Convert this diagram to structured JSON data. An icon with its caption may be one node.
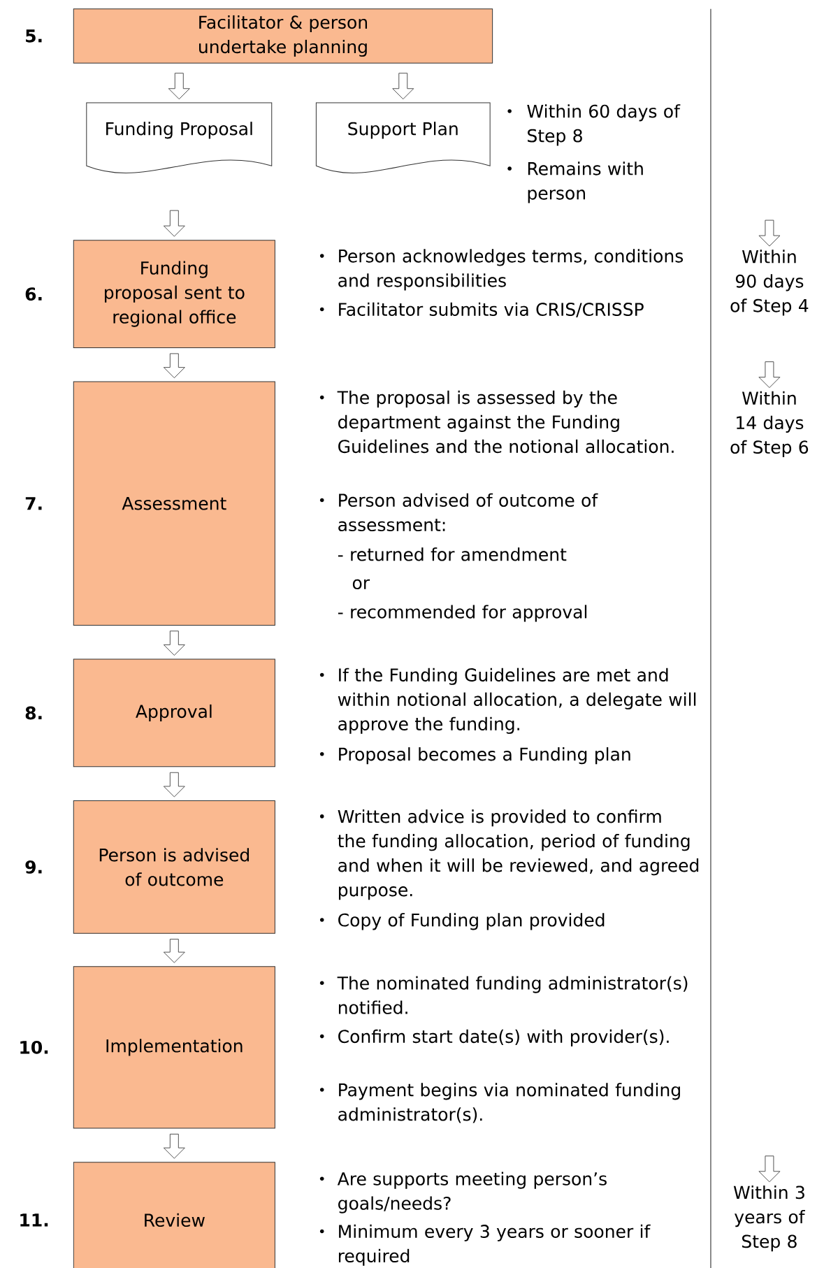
{
  "diagram": {
    "nodes": [
      {
        "text": [
          "Facilitator & person undertake planning"
        ],
        "beside": [
          "5."
        ]
      },
      {
        "text": [
          "Funding Proposal"
        ]
      },
      {
        "text": [
          "Support Plan"
        ],
        "beside": [
          "Within 60 days of Step 8",
          "Remains with person"
        ]
      },
      {
        "text": [
          "Funding proposal sent to regional office"
        ],
        "beside": [
          "6.",
          "Person acknowledges terms, conditions and responsibilities",
          "Facilitator submits via CRIS/CRISSP"
        ]
      },
      {
        "text": [
          "Assessment"
        ],
        "beside": [
          "7.",
          "The proposal is assessed by the department against the Funding Guidelines and the notional allocation.",
          "Person advised of outcome of assessment:",
          "- returned for amendment",
          "or",
          "- recommended for approval"
        ]
      },
      {
        "text": [
          "Approval"
        ],
        "beside": [
          "8.",
          "If the Funding Guidelines are met and within notional allocation, a delegate will approve the funding.",
          "Proposal becomes a Funding plan"
        ]
      },
      {
        "text": [
          "Person is advised of outcome"
        ],
        "beside": [
          "9.",
          "Written advice is provided to confirm the funding allocation, period of funding and when it will be reviewed, and agreed purpose.",
          "Copy of Funding plan provided"
        ]
      },
      {
        "text": [
          "Implementation"
        ],
        "beside": [
          "10.",
          "The nominated funding administrator(s) notified.",
          "Confirm start date(s) with provider(s).",
          "Payment begins via nominated funding administrator(s)."
        ]
      },
      {
        "text": [
          "Review"
        ],
        "beside": [
          "11.",
          "Are supports meeting person’s goals/needs?",
          "Minimum every 3 years or sooner if required"
        ]
      },
      {
        "text": [
          "Within 90 days of Step 4"
        ]
      },
      {
        "text": [
          "Within 14 days of Step 6"
        ]
      },
      {
        "text": [
          "Within 3 years of Step 8"
        ]
      }
    ],
    "edges": [
      {
        "from": 0,
        "to": 1,
        "arrow": "to"
      },
      {
        "from": 0,
        "to": 2,
        "arrow": "to"
      },
      {
        "from": 1,
        "to": 3,
        "arrow": "to"
      },
      {
        "from": 3,
        "to": 4,
        "arrow": "to"
      },
      {
        "from": 4,
        "to": 5,
        "arrow": "to"
      },
      {
        "from": 5,
        "to": 6,
        "arrow": "to"
      },
      {
        "from": 6,
        "to": 7,
        "arrow": "to"
      },
      {
        "from": 7,
        "to": 8,
        "arrow": "to"
      },
      {
        "from": null,
        "to": 9,
        "arrow": "to"
      },
      {
        "from": 9,
        "to": 10,
        "arrow": "to"
      },
      {
        "from": null,
        "to": 11,
        "arrow": "to"
      }
    ]
  }
}
